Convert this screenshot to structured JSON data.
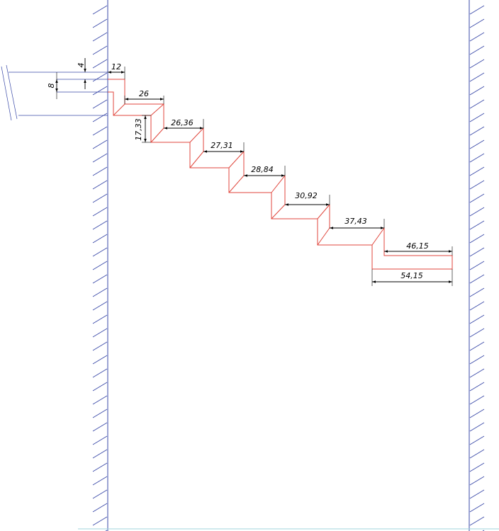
{
  "colors": {
    "wall": "#3a4aa8",
    "stair": "#e0463c",
    "dimension": "#000000",
    "ground": "#9fd4dc"
  },
  "dimensions": {
    "top_gap": "4",
    "slab_thickness": "8",
    "first_tread": "12",
    "riser": "17,33",
    "treads": [
      "26",
      "26,36",
      "27,31",
      "28,84",
      "30,92",
      "37,43",
      "46,15"
    ],
    "bottom_total": "54,15"
  }
}
